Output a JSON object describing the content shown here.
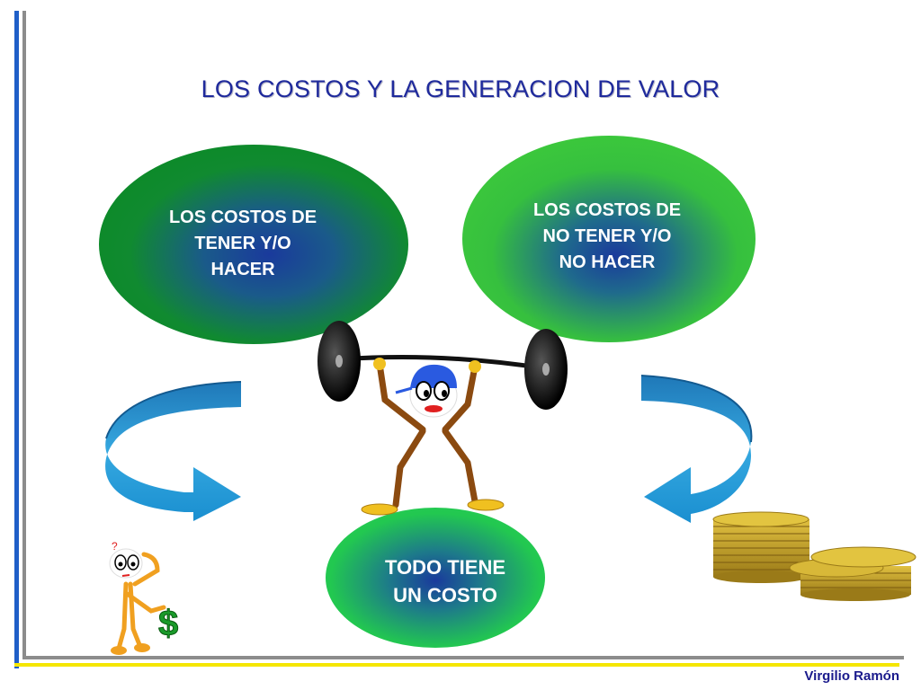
{
  "slide": {
    "title": "LOS COSTOS Y LA GENERACION DE VALOR",
    "footer": "Virgilio Ramón"
  },
  "ellipses": [
    {
      "id": "tener",
      "text": "LOS COSTOS DE TENER Y/O HACER",
      "lines": [
        "LOS COSTOS DE",
        "TENER Y/O",
        "HACER"
      ]
    },
    {
      "id": "no-tener",
      "text": "LOS COSTOS DE NO TENER Y/O NO HACER",
      "lines": [
        "LOS COSTOS DE",
        "NO TENER Y/O",
        "NO HACER"
      ]
    },
    {
      "id": "todo",
      "text": "TODO TIENE UN COSTO",
      "lines": [
        "TODO TIENE",
        "UN COSTO"
      ]
    }
  ],
  "figures": {
    "thinker_mark": "?",
    "dollar_symbol": "$"
  },
  "colors": {
    "title": "#1f2a9c",
    "ellipse_green_dark": "#0f8a2a",
    "ellipse_green_light": "#3cc83c",
    "ellipse_center_blue": "#1a3a9c",
    "arrow_blue": "#1a8fd0",
    "border_blue": "#1f5fc8",
    "border_yellow": "#f5e600",
    "border_gray": "#8c8c8c",
    "coin_gold": "#c8a830"
  }
}
